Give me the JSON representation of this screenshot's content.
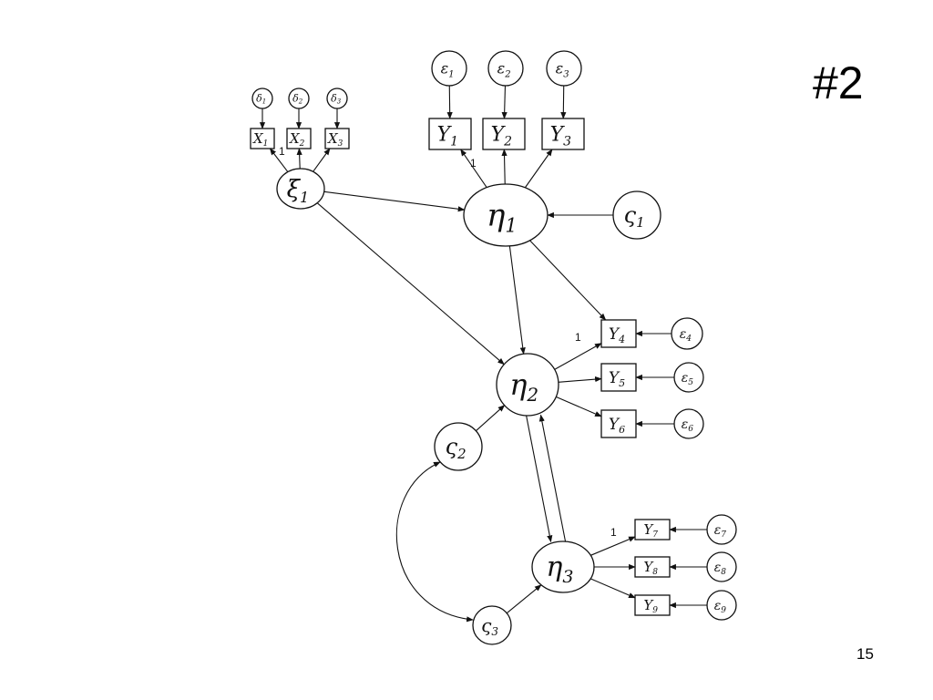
{
  "slide": {
    "title": "#2",
    "page_number": "15"
  },
  "diagram": {
    "exogenous": [
      {
        "id": "xi1",
        "symbol": "ξ",
        "sub": "1"
      }
    ],
    "endogenous": [
      {
        "id": "eta1",
        "symbol": "η",
        "sub": "1"
      },
      {
        "id": "eta2",
        "symbol": "η",
        "sub": "2"
      },
      {
        "id": "eta3",
        "symbol": "η",
        "sub": "3"
      }
    ],
    "disturbances": [
      {
        "id": "zeta1",
        "symbol": "ς",
        "sub": "1"
      },
      {
        "id": "zeta2",
        "symbol": "ς",
        "sub": "2"
      },
      {
        "id": "zeta3",
        "symbol": "ς",
        "sub": "3"
      }
    ],
    "x_indicators": [
      {
        "id": "x1",
        "symbol": "X",
        "sub": "1"
      },
      {
        "id": "x2",
        "symbol": "X",
        "sub": "2"
      },
      {
        "id": "x3",
        "symbol": "X",
        "sub": "3"
      }
    ],
    "y_indicators": [
      {
        "id": "y1",
        "symbol": "Y",
        "sub": "1"
      },
      {
        "id": "y2",
        "symbol": "Y",
        "sub": "2"
      },
      {
        "id": "y3",
        "symbol": "Y",
        "sub": "3"
      },
      {
        "id": "y4",
        "symbol": "Y",
        "sub": "4"
      },
      {
        "id": "y5",
        "symbol": "Y",
        "sub": "5"
      },
      {
        "id": "y6",
        "symbol": "Y",
        "sub": "6"
      },
      {
        "id": "y7",
        "symbol": "Y",
        "sub": "7"
      },
      {
        "id": "y8",
        "symbol": "Y",
        "sub": "8"
      },
      {
        "id": "y9",
        "symbol": "Y",
        "sub": "9"
      }
    ],
    "deltas": [
      {
        "id": "d1",
        "symbol": "δ",
        "sub": "1"
      },
      {
        "id": "d2",
        "symbol": "δ",
        "sub": "2"
      },
      {
        "id": "d3",
        "symbol": "δ",
        "sub": "3"
      }
    ],
    "epsilons": [
      {
        "id": "e1",
        "symbol": "ε",
        "sub": "1"
      },
      {
        "id": "e2",
        "symbol": "ε",
        "sub": "2"
      },
      {
        "id": "e3",
        "symbol": "ε",
        "sub": "3"
      },
      {
        "id": "e4",
        "symbol": "ε",
        "sub": "4"
      },
      {
        "id": "e5",
        "symbol": "ε",
        "sub": "5"
      },
      {
        "id": "e6",
        "symbol": "ε",
        "sub": "6"
      },
      {
        "id": "e7",
        "symbol": "ε",
        "sub": "7"
      },
      {
        "id": "e8",
        "symbol": "ε",
        "sub": "8"
      },
      {
        "id": "e9",
        "symbol": "ε",
        "sub": "9"
      }
    ],
    "fixed_loading_label": "1"
  }
}
